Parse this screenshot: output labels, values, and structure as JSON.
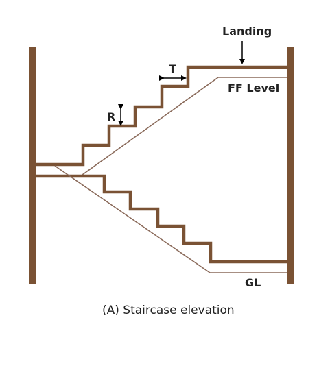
{
  "labels": {
    "landing": "Landing",
    "tread": "T",
    "riser": "R",
    "ff_level": "FF Level",
    "ground_level": "GL"
  },
  "caption": "(A) Staircase elevation",
  "colors": {
    "wall": "#7a5234",
    "stair_outline": "#7a5234",
    "level_line": "#8a6a5a",
    "annotation": "#000000"
  }
}
